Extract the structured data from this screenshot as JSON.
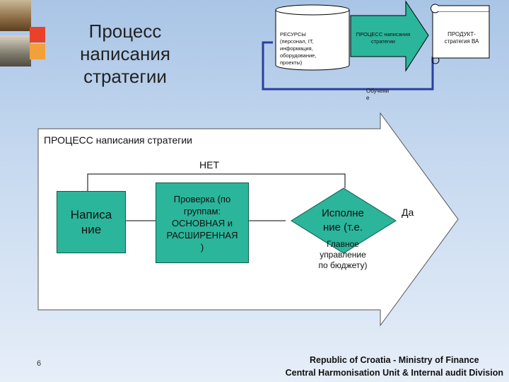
{
  "title": {
    "lines": [
      "Процесс",
      "написания",
      "стратегии"
    ]
  },
  "top_flow": {
    "resources": [
      "РЕСУРСЫ",
      "(персонал, IT,",
      "информация,",
      "оборудование,",
      "проекты)"
    ],
    "process": [
      "ПРОЦЕСС написания",
      "стратегии"
    ],
    "product": [
      "ПРОДУКТ-",
      "стратегия ВА"
    ],
    "training": [
      "Обучени",
      "е"
    ]
  },
  "main_process": {
    "label": "ПРОЦЕСС написания стратегии",
    "loop_label": "НЕТ",
    "step1": [
      "Написа",
      "ние"
    ],
    "step2": [
      "Проверка (по",
      "группам:",
      "ОСНОВНАЯ и",
      "РАСШИРЕННАЯ",
      ")"
    ],
    "decision": [
      "Исполне",
      "ние (т.е."
    ],
    "decision_sub": [
      "Главное",
      "управление",
      "по бюджету)"
    ],
    "yes_label": "Да"
  },
  "footer": {
    "page_number": "6",
    "line1": "Republic of Croatia - Ministry of Finance",
    "line2": "Central Harmonisation Unit & Internal audit Division"
  },
  "colors": {
    "box_fill": "#2bb59a",
    "arrow_fill": "#ffffff",
    "feedback_line": "#2a3fa0"
  }
}
